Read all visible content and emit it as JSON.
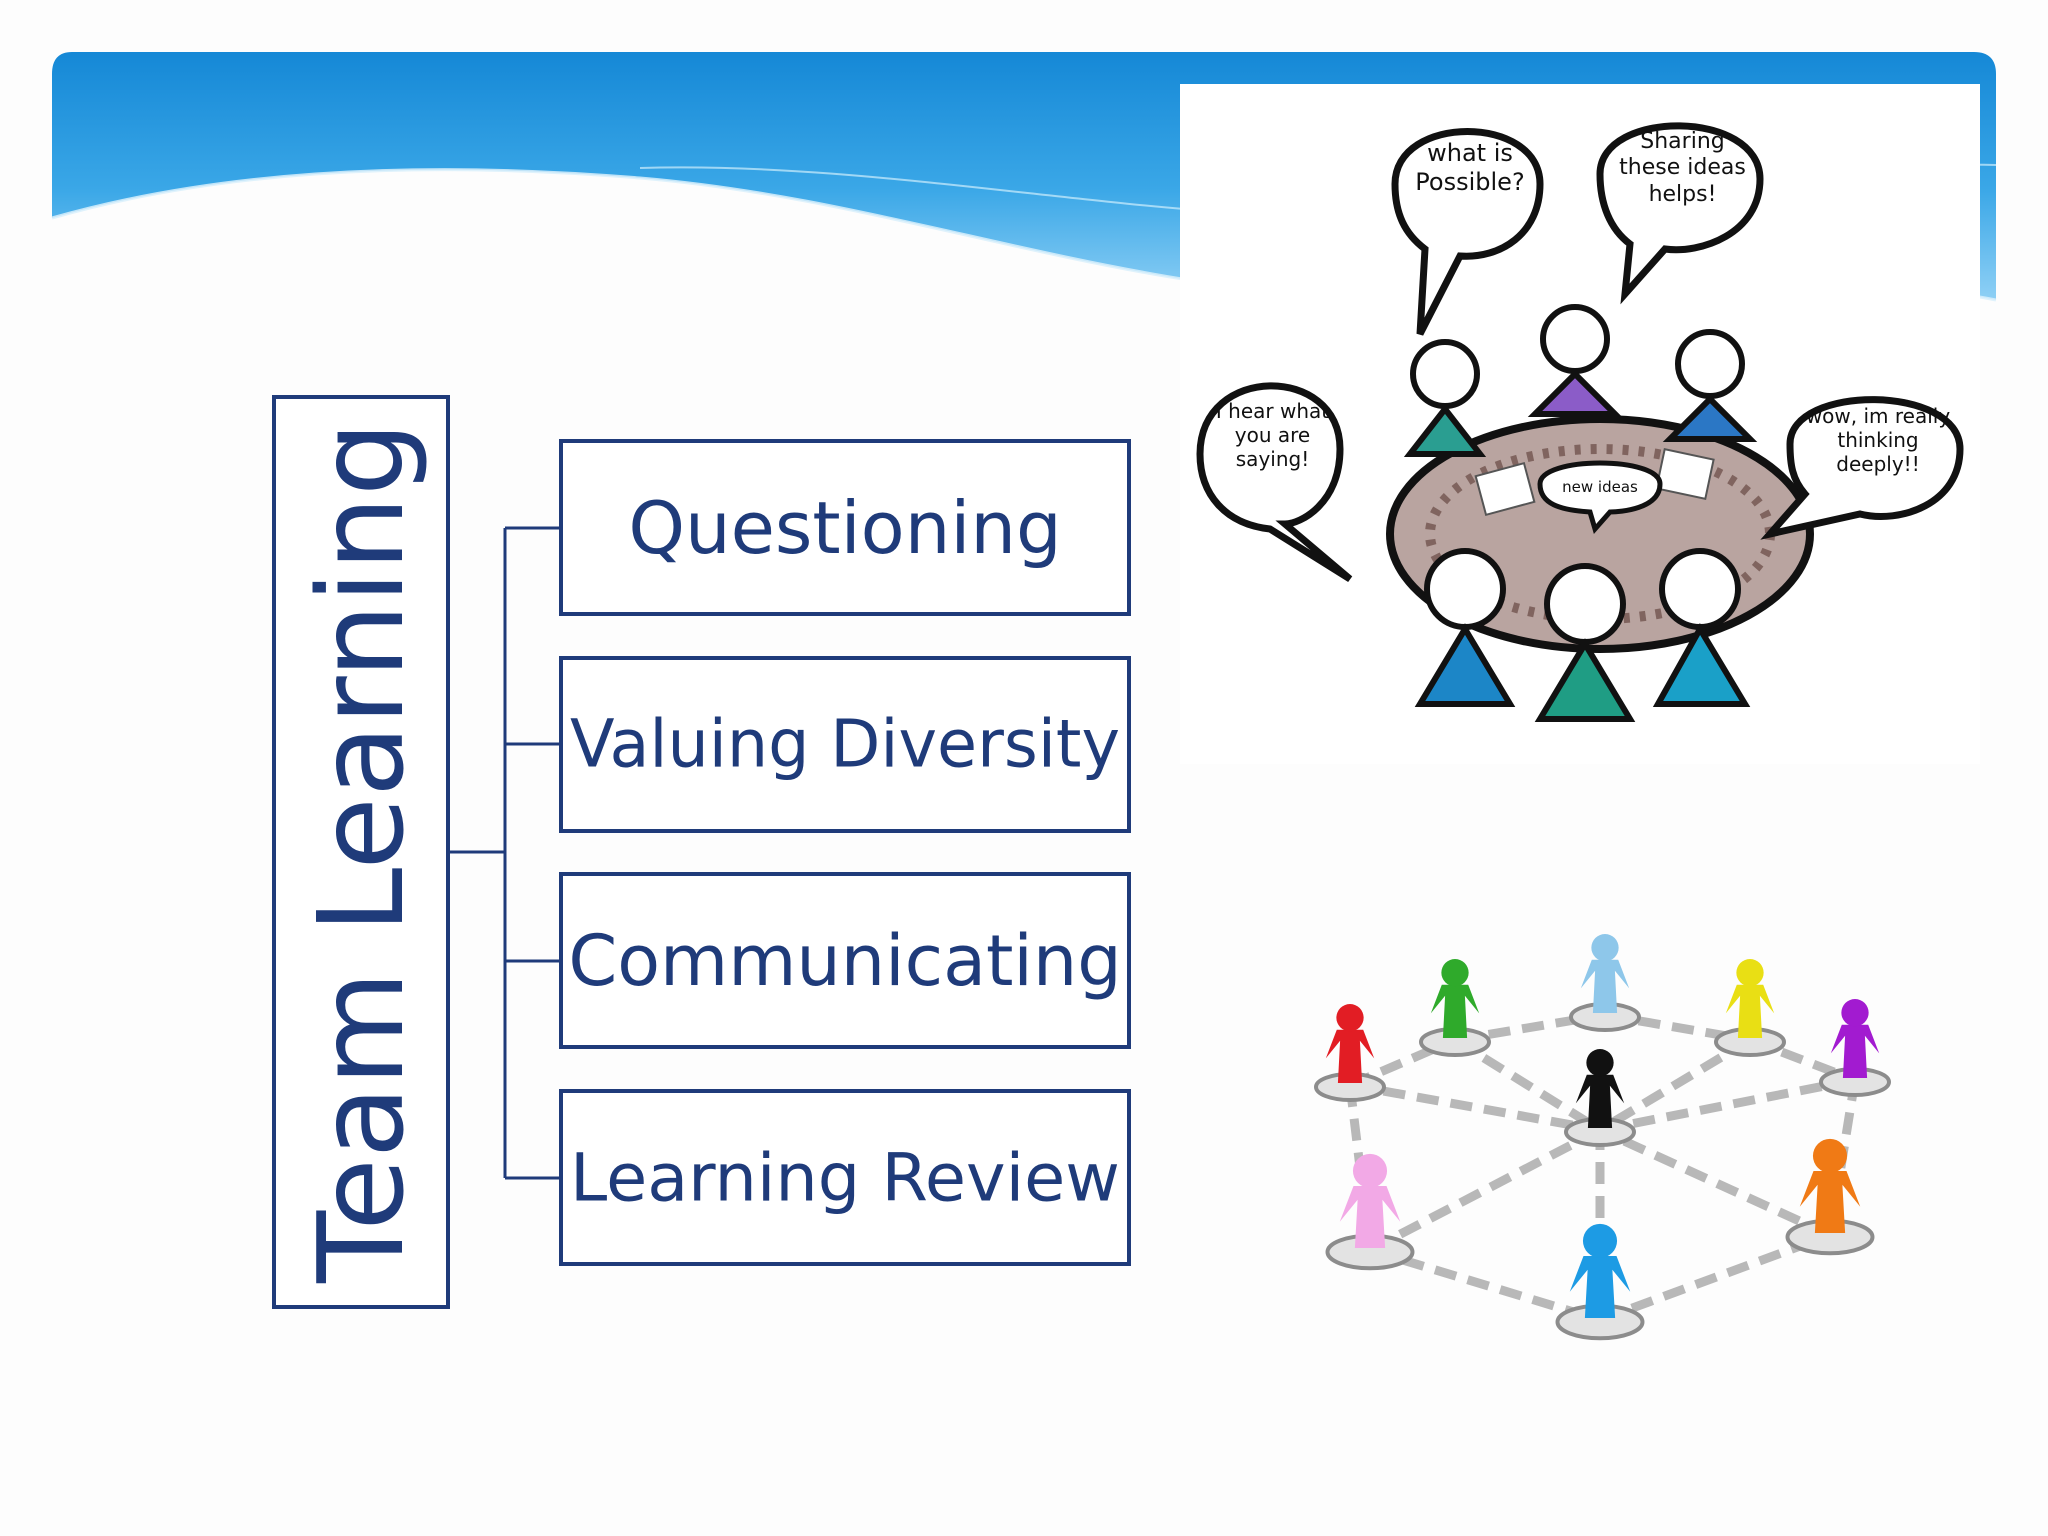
{
  "diagram": {
    "root": "Team Learning",
    "children": [
      "Questioning",
      "Valuing Diversity",
      "Communicating",
      "Learning Review"
    ]
  },
  "meeting_illustration": {
    "bubbles": [
      "what is Possible?",
      "Sharing these ideas helps!",
      "I hear what you are saying!",
      "wow, im really thinking deeply!!",
      "new ideas"
    ]
  },
  "network_illustration": {
    "figure_colors": [
      "#e21d24",
      "#2faa2b",
      "#8ec7ea",
      "#e9df14",
      "#a21bd0",
      "#111111",
      "#f2a9e6",
      "#1d9be4",
      "#f07a15"
    ]
  },
  "colors": {
    "accent": "#1c8fd8",
    "diagram_stroke": "#1f3b7a"
  }
}
